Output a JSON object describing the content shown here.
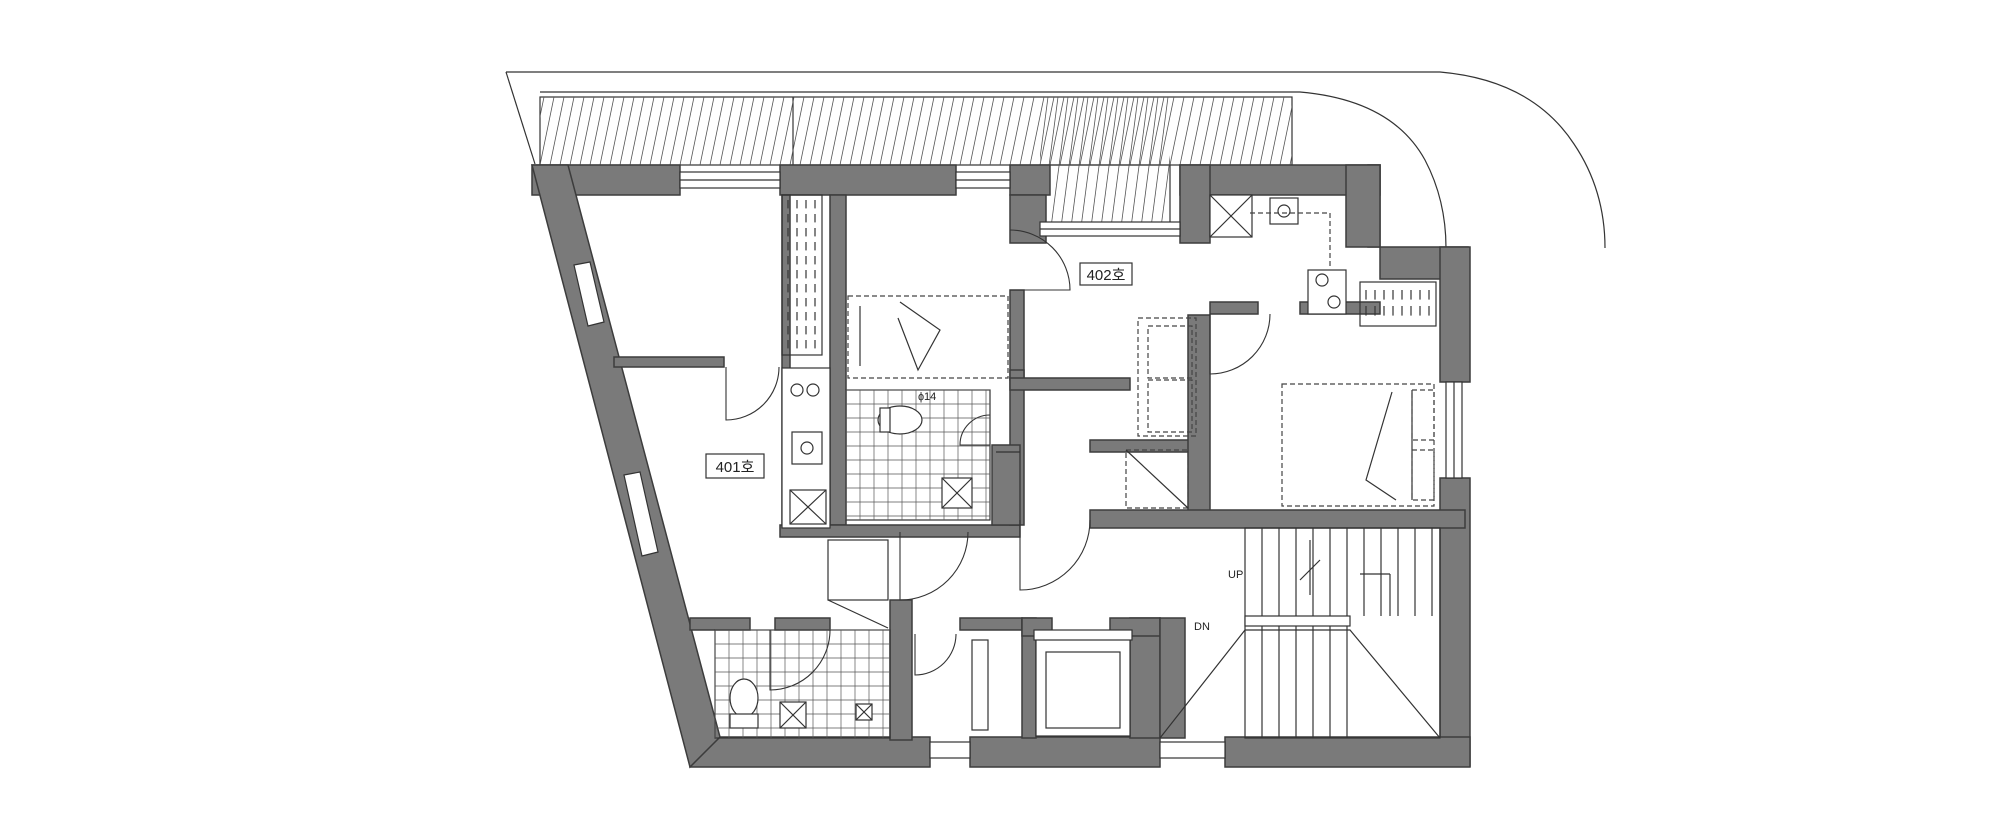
{
  "labels": {
    "unit_401": "401호",
    "unit_402": "402호",
    "stair_up": "UP",
    "stair_dn": "DN"
  },
  "colors": {
    "wall": "#7a7a7a",
    "line": "#333333",
    "background": "#ffffff"
  }
}
